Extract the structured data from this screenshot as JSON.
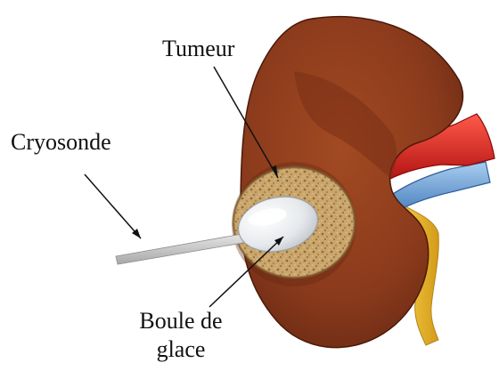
{
  "labels": {
    "tumeur": "Tumeur",
    "cryosonde": "Cryosonde",
    "boule_line1": "Boule de",
    "boule_line2": "glace"
  },
  "colors": {
    "kidney": "#8a3a1c",
    "kidney_dark": "#5e2410",
    "artery": "#d81e1e",
    "vein": "#5f9bd6",
    "ureter": "#e8b52a",
    "tumor": "#c9a56b",
    "ice": "#e9ecef",
    "probe": "#c9c9c9"
  }
}
